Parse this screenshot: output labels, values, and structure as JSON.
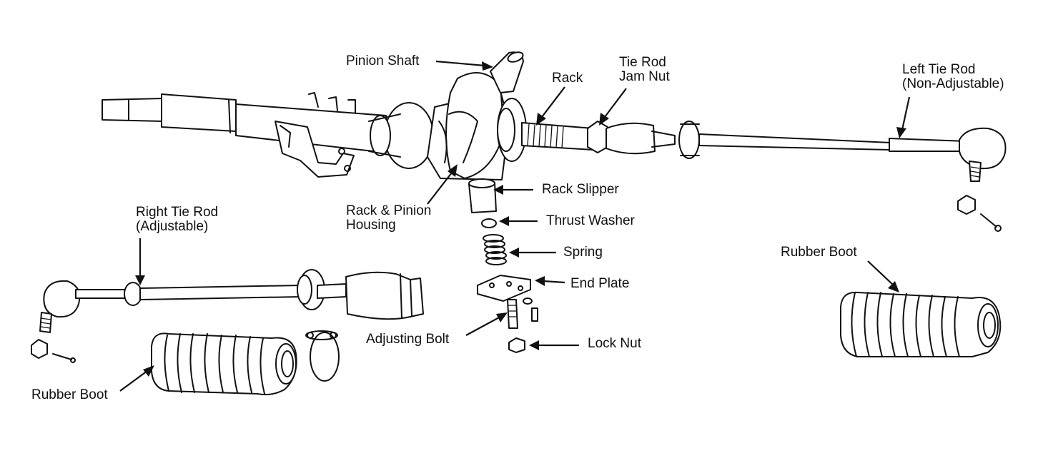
{
  "labels": {
    "pinion_shaft": "Pinion Shaft",
    "rack": "Rack",
    "tie_rod_jam_nut": [
      "Tie Rod",
      "Jam Nut"
    ],
    "left_tie_rod": [
      "Left Tie Rod",
      "(Non-Adjustable)"
    ],
    "rack_slipper": "Rack Slipper",
    "rack_pinion_housing": [
      "Rack & Pinion",
      "Housing"
    ],
    "right_tie_rod": [
      "Right Tie Rod",
      "(Adjustable)"
    ],
    "thrust_washer": "Thrust Washer",
    "spring": "Spring",
    "end_plate": "End Plate",
    "adjusting_bolt": "Adjusting Bolt",
    "lock_nut": "Lock Nut",
    "rubber_boot_left": "Rubber Boot",
    "rubber_boot_right": "Rubber Boot"
  }
}
